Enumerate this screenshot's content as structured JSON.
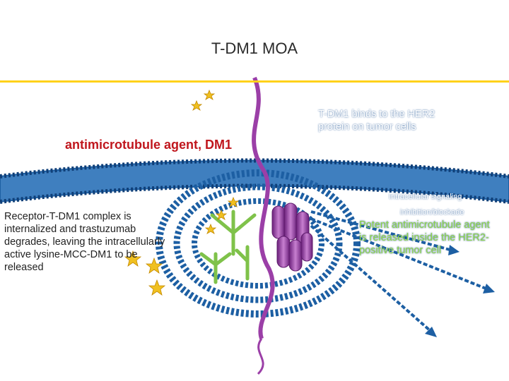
{
  "slide": {
    "title": "T-DM1 MOA",
    "bind_label": "T-DM1 binds to the HER2 protein on tumor cells",
    "internalize_label": "Receptor-T-DM1 complex is internalized and trastuzumab degrades, leaving the intracellularly active lysine-MCC-DM1 to be released",
    "agent_label": "antimicrotubule agent, DM1",
    "signaling_label": "Intracellular signaling",
    "inhibition_label": "inhibition/blockade",
    "release_label": "Potent antimicrotubule agent is released inside the HER2-positive tumor cell"
  },
  "colors": {
    "membrane": "#1d5fa3",
    "receptor": "#9b3fa7",
    "antibody": "#7fc24a",
    "payload": "#f0c020",
    "highlight": "#c0161d",
    "accent": "#ffd21a"
  }
}
